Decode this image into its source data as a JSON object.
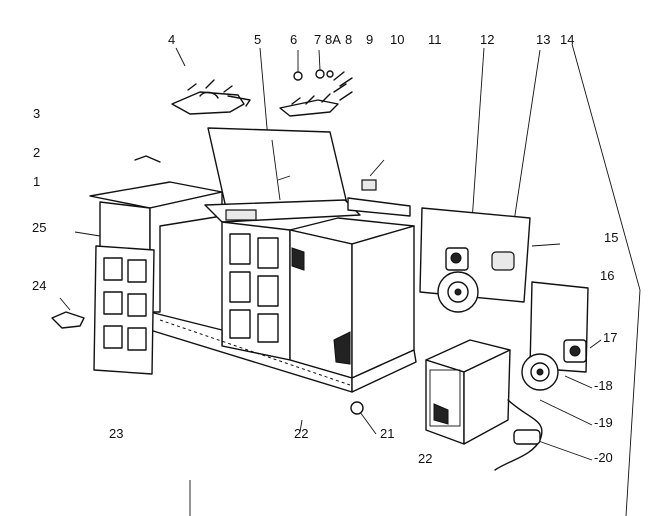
{
  "callouts": [
    {
      "id": "c4",
      "text": "4"
    },
    {
      "id": "c5",
      "text": "5"
    },
    {
      "id": "c6",
      "text": "6"
    },
    {
      "id": "c7",
      "text": "7"
    },
    {
      "id": "c8a",
      "text": "8A"
    },
    {
      "id": "c8",
      "text": "8"
    },
    {
      "id": "c9",
      "text": "9"
    },
    {
      "id": "c10",
      "text": "10"
    },
    {
      "id": "c11",
      "text": "11"
    },
    {
      "id": "c12",
      "text": "12"
    },
    {
      "id": "c13",
      "text": "13"
    },
    {
      "id": "c14",
      "text": "14"
    },
    {
      "id": "c3",
      "text": "3"
    },
    {
      "id": "c2",
      "text": "2"
    },
    {
      "id": "c1",
      "text": "1"
    },
    {
      "id": "c25",
      "text": "25"
    },
    {
      "id": "c24",
      "text": "24"
    },
    {
      "id": "c15",
      "text": "15"
    },
    {
      "id": "c16",
      "text": "16"
    },
    {
      "id": "c17",
      "text": "17"
    },
    {
      "id": "c18",
      "text": "-18"
    },
    {
      "id": "c19",
      "text": "-19"
    },
    {
      "id": "c20",
      "text": "-20"
    },
    {
      "id": "c21",
      "text": "21"
    },
    {
      "id": "c22a",
      "text": "22"
    },
    {
      "id": "c22b",
      "text": "22"
    },
    {
      "id": "c23",
      "text": "23"
    }
  ]
}
